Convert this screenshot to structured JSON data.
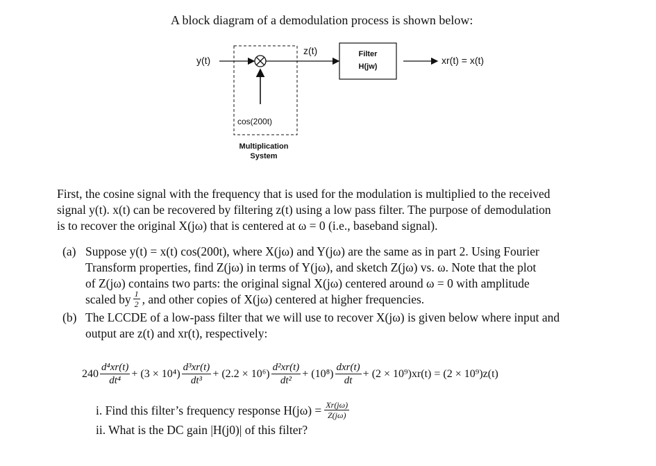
{
  "intro": "A block diagram of a demodulation process is shown below:",
  "diagram": {
    "input_label": "y(t)",
    "multiplier_symbol": "⊗",
    "z_label": "z(t)",
    "filter_line1": "Filter",
    "filter_line2": "H(jw)",
    "output_label": "xr(t) = x(t)",
    "cos_label": "cos(200t)",
    "mult_system_line1": "Multiplication",
    "mult_system_line2": "System"
  },
  "paragraph": {
    "line1": "First, the cosine signal with the frequency that is used for the modulation is multiplied to the received",
    "line2": "signal y(t). x(t) can be recovered by filtering z(t) using a low pass filter. The purpose of demodulation",
    "line3": "is to recover the original X(jω) that is centered at ω = 0 (i.e., baseband signal)."
  },
  "part_a": {
    "label": "(a)",
    "line1": "Suppose y(t) = x(t) cos(200t), where X(jω) and Y(jω) are the same as in part 2. Using Fourier",
    "line2": "Transform properties, find Z(jω) in terms of Y(jω), and sketch Z(jω) vs. ω. Note that the plot",
    "line3": "of Z(jω) contains two parts: the original signal X(jω) centered around ω = 0 with amplitude",
    "line4_pre": "scaled by",
    "half_num": "1",
    "half_den": "2",
    "line4_post": ", and other copies of X(jω) centered at higher frequencies."
  },
  "part_b": {
    "label": "(b)",
    "line1": "The LCCDE of a low-pass filter that we will use to recover X(jω) is given below where input and",
    "line2": "output are z(t) and xr(t), respectively:",
    "eq": {
      "c1": "240",
      "d4num": "d⁴xr(t)",
      "d4den": "dt⁴",
      "c2": "+ (3 × 10⁴)",
      "d3num": "d³xr(t)",
      "d3den": "dt³",
      "c3": "+ (2.2 × 10⁶)",
      "d2num": "d²xr(t)",
      "d2den": "dt²",
      "c4": "+ (10⁸)",
      "d1num": "dxr(t)",
      "d1den": "dt",
      "rest": "+ (2 × 10⁹)xr(t) = (2 × 10⁹)z(t)"
    },
    "q1_pre": "i. Find this filter’s frequency response H(jω) =",
    "q1_num": "Xr(jω)",
    "q1_den": "Z(jω)",
    "q2": "ii. What is the DC gain |H(j0)| of this filter?"
  }
}
